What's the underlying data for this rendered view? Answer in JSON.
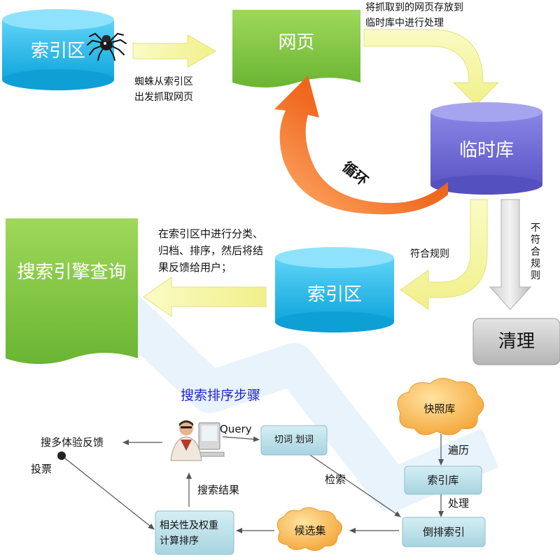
{
  "top": {
    "index_top": "索引区",
    "webpage": "网页",
    "spider_note_line1": "蜘蛛从索引区",
    "spider_note_line2": "出发抓取网页",
    "store_note_line1": "将抓取到的网页存放到",
    "store_note_line2": "临时库中进行处理",
    "temp_db": "临时库",
    "loop": "循环",
    "match_rule": "符合规则",
    "not_match_rule": "不符合规则",
    "index_mid": "索引区",
    "cleanup": "清理",
    "classify_line1": "在索引区中进行分类、",
    "classify_line2": "归档、排序，然后将结",
    "classify_line3": "果反馈给用户；",
    "search_query": "搜索引擎查询"
  },
  "bottom": {
    "title": "搜索排序步骤",
    "query": "Query",
    "segment": "切词  划词",
    "snapshot_db": "快照库",
    "traverse": "遍历",
    "index_db": "索引库",
    "process": "处理",
    "inverted_index": "倒排索引",
    "retrieve": "检索",
    "candidate_set": "候选集",
    "rank_line1": "相关性及权重",
    "rank_line2": "计算排序",
    "search_results": "搜索结果",
    "feedback": "搜多体验反馈",
    "vote": "投票"
  },
  "colors": {
    "cyan_db": "#18b8ea",
    "green_doc": "#7cc242",
    "purple_db": "#6c67d0",
    "yellow_arrow": "#f6f6a6",
    "orange_loop": "#f0621a",
    "gray_box": "#c9c9c9",
    "light_blue_box": "#b9dfe8",
    "cloud_orange": "#f6b54c",
    "title_blue": "#2323d6"
  }
}
